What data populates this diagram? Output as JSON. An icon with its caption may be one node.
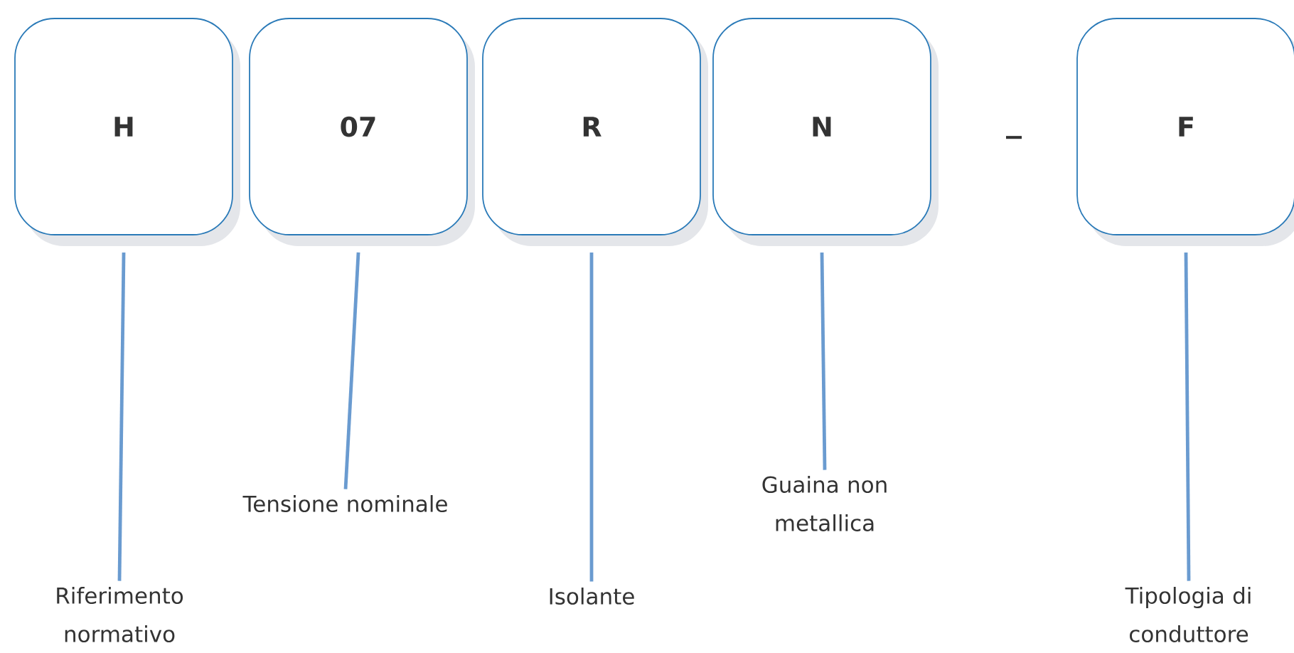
{
  "diagram": {
    "nodes": [
      {
        "text": [
          "H"
        ]
      },
      {
        "text": [
          "07"
        ]
      },
      {
        "text": [
          "R"
        ]
      },
      {
        "text": [
          "N"
        ]
      },
      {
        "text": [
          "F"
        ]
      },
      {
        "text": [
          "Riferimento normativo"
        ]
      },
      {
        "text": [
          "Tensione nominale"
        ]
      },
      {
        "text": [
          "Isolante"
        ]
      },
      {
        "text": [
          "Guaina non metallica"
        ]
      },
      {
        "text": [
          "Tipologia di conduttore"
        ]
      }
    ],
    "edges": [
      {
        "from": 0,
        "to": 5,
        "arrow": "none"
      },
      {
        "from": 1,
        "to": 6,
        "arrow": "none"
      },
      {
        "from": 2,
        "to": 7,
        "arrow": "none"
      },
      {
        "from": 3,
        "to": 8,
        "arrow": "none"
      },
      {
        "from": 4,
        "to": 9,
        "arrow": "none"
      }
    ],
    "labels": [
      "_"
    ]
  }
}
